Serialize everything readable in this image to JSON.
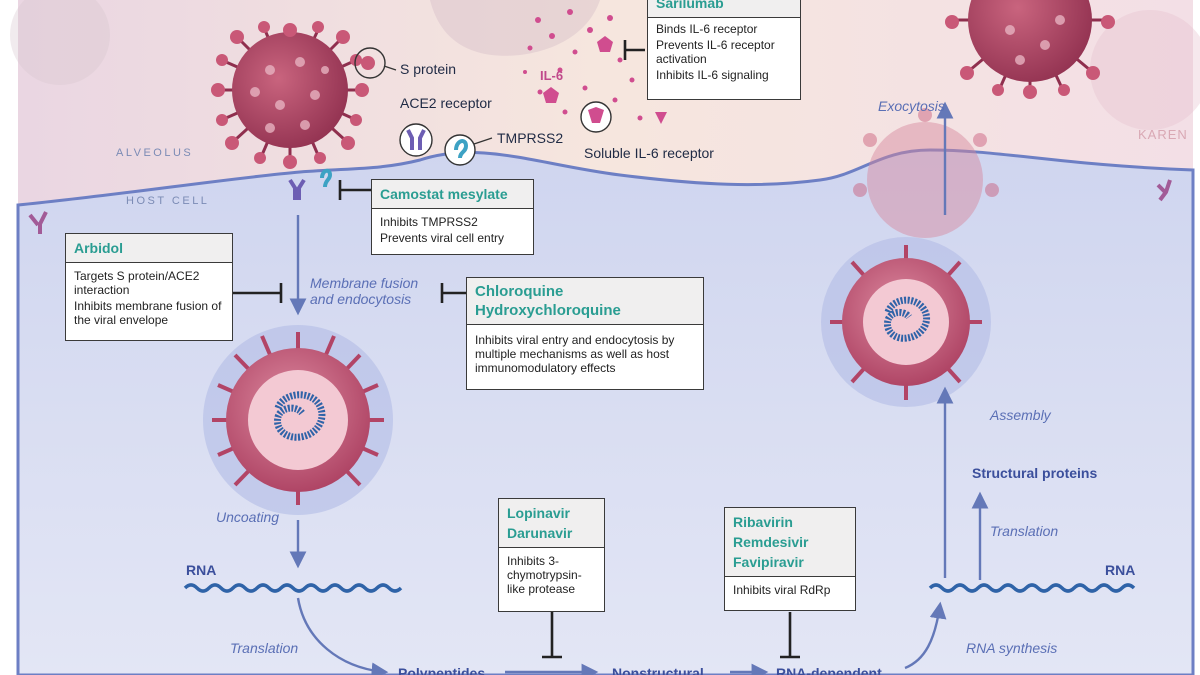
{
  "regions": {
    "alveolus": "ALVEOLUS",
    "host_cell": "HOST CELL"
  },
  "labels": {
    "s_protein": "S protein",
    "ace2": "ACE2 receptor",
    "tmprss2": "TMPRSS2",
    "il6": "IL-6",
    "soluble_il6": "Soluble IL-6 receptor",
    "signature": "KAREN"
  },
  "steps": {
    "membrane_fusion_1": "Membrane fusion",
    "membrane_fusion_2": "and endocytosis",
    "uncoating": "Uncoating",
    "translation_left": "Translation",
    "exocytosis": "Exocytosis",
    "assembly": "Assembly",
    "translation_right": "Translation",
    "rna_synthesis": "RNA synthesis"
  },
  "nodes": {
    "rna_left": "RNA",
    "rna_right": "RNA",
    "structural_proteins": "Structural proteins",
    "polypeptides": "Polypeptides",
    "nonstructural": "Nonstructural",
    "rna_dependent": "RNA-dependent"
  },
  "drugs": {
    "sarilumab": {
      "head": "Sarilumab",
      "lines": [
        "Binds IL-6 receptor",
        "Prevents IL-6 receptor activation",
        "Inhibits IL-6 signaling"
      ]
    },
    "camostat": {
      "head": "Camostat mesylate",
      "lines": [
        "Inhibits TMPRSS2",
        "Prevents viral cell entry"
      ]
    },
    "arbidol": {
      "head": "Arbidol",
      "lines": [
        "Targets S protein/ACE2 interaction",
        "Inhibits membrane fusion of the viral envelope"
      ]
    },
    "chloroquine": {
      "head1": "Chloroquine",
      "head2": "Hydroxychloroquine",
      "lines": [
        "Inhibits viral entry and endocytosis by multiple mechanisms as well as host immunomodulatory effects"
      ]
    },
    "lopinavir": {
      "head1": "Lopinavir",
      "head2": "Darunavir",
      "lines": [
        "Inhibits 3-chymotrypsin-like protease"
      ]
    },
    "ribavirin": {
      "head1": "Ribavirin",
      "head2": "Remdesivir",
      "head3": "Favipiravir",
      "lines": [
        "Inhibits viral RdRp"
      ]
    }
  },
  "colors": {
    "alveolus_bg": "#f3e3e6",
    "host_cell_bg": "#d9ddf0",
    "virus_red": "#b24466",
    "rna_blue": "#2f63a8",
    "drug_title_teal": "#2a9d92",
    "pathway_blue": "#5a6fb5"
  }
}
